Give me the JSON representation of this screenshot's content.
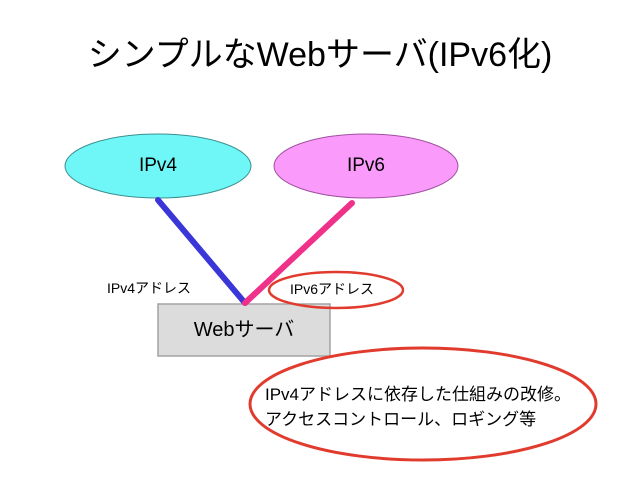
{
  "slide": {
    "title": "シンプルなWebサーバ(IPv6化)"
  },
  "diagram": {
    "ipv4_cloud": {
      "label": "IPv4"
    },
    "ipv6_cloud": {
      "label": "IPv6"
    },
    "ipv4_address_label": "IPv4アドレス",
    "ipv6_address_label": "IPv6アドレス",
    "web_server": {
      "label": "Webサーバ"
    },
    "note": {
      "line1": "IPv4アドレスに依存した仕組みの改修。",
      "line2": "アクセスコントロール、ロギング等"
    }
  },
  "colors": {
    "ipv4_cloud_fill": "#6ff7f7",
    "ipv4_cloud_stroke": "#3d8f8f",
    "ipv6_cloud_fill": "#fa9afa",
    "ipv6_cloud_stroke": "#a050a0",
    "ipv4_line": "#3a36d8",
    "ipv6_line": "#f03189",
    "server_box_fill": "#dcdcdc",
    "server_box_stroke": "#a3a3a3",
    "highlight_stroke": "#e13b2e",
    "text": "#000000"
  }
}
